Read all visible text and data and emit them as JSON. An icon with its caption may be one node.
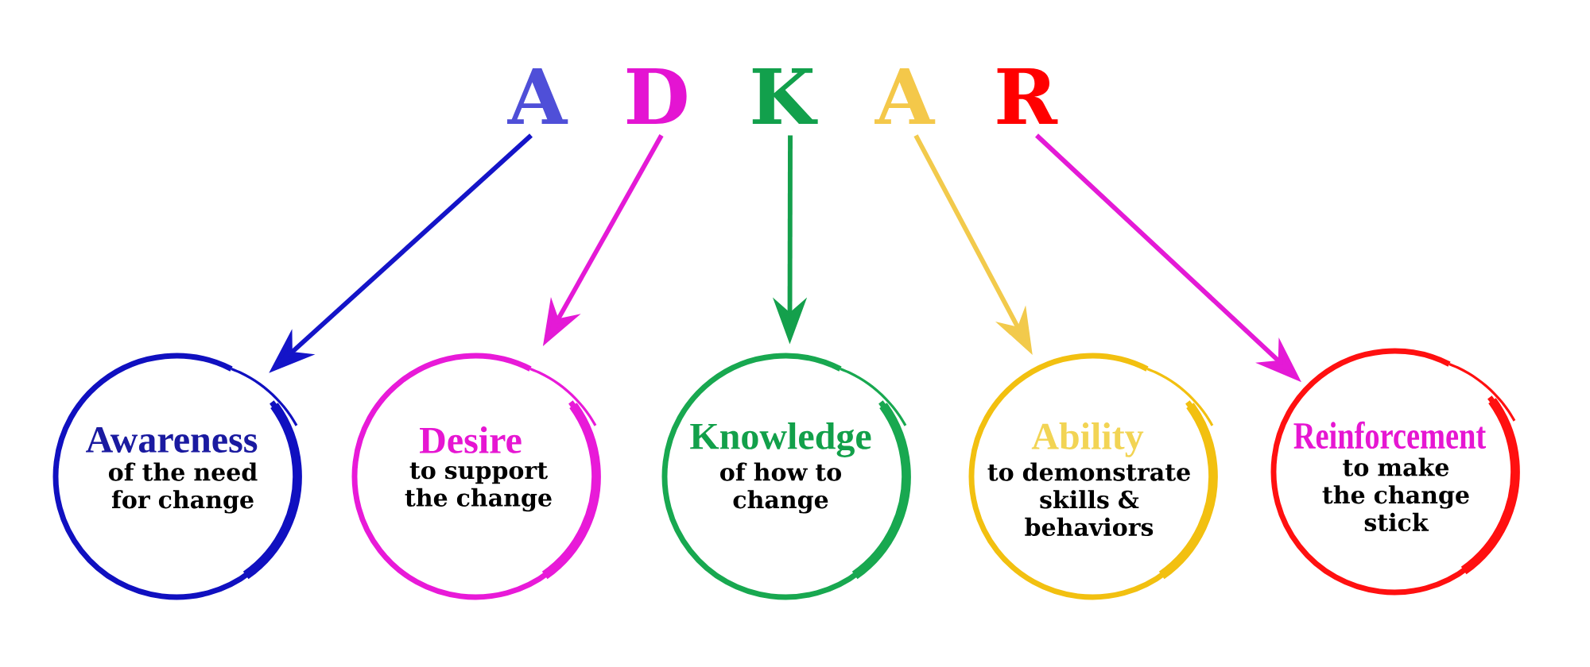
{
  "diagram": {
    "nodes": [
      {
        "text": [
          "A"
        ]
      },
      {
        "text": [
          "D"
        ]
      },
      {
        "text": [
          "K"
        ]
      },
      {
        "text": [
          "A"
        ]
      },
      {
        "text": [
          "R"
        ]
      },
      {
        "text": [
          "Awareness",
          "of the need for change"
        ]
      },
      {
        "text": [
          "Desire",
          "to support the change"
        ]
      },
      {
        "text": [
          "Knowledge",
          "of how to change"
        ]
      },
      {
        "text": [
          "Ability",
          "to demonstrate skills & behaviors"
        ]
      },
      {
        "text": [
          "Reinforcement",
          "to make the change stick"
        ]
      }
    ],
    "edges": [
      {
        "from": 0,
        "to": 5,
        "arrow": "to",
        "color": "#1414c8"
      },
      {
        "from": 1,
        "to": 6,
        "arrow": "to",
        "color": "#e41ad6"
      },
      {
        "from": 2,
        "to": 7,
        "arrow": "to",
        "color": "#14a04c"
      },
      {
        "from": 3,
        "to": 8,
        "arrow": "to",
        "color": "#f2ca4c"
      },
      {
        "from": 4,
        "to": 9,
        "arrow": "to",
        "color": "#e41ad6"
      }
    ]
  }
}
